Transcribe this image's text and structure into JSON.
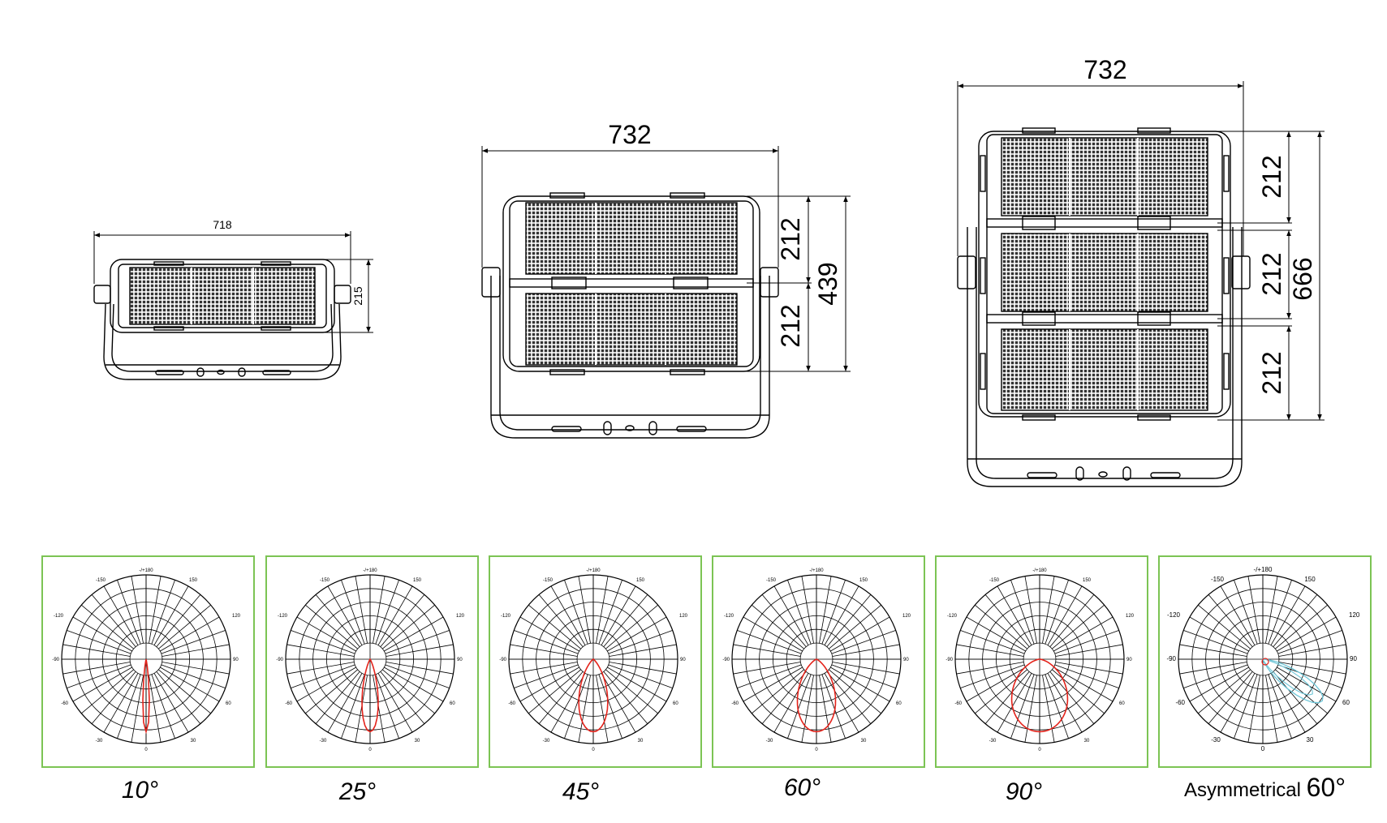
{
  "views": [
    {
      "width_label": "718",
      "height_label": "215"
    },
    {
      "width_label": "732",
      "module_labels": [
        "212",
        "212"
      ],
      "total_label": "439"
    },
    {
      "width_label": "732",
      "module_labels": [
        "212",
        "212",
        "212"
      ],
      "total_label": "666"
    }
  ],
  "polar_labels": {
    "top": "-/+180",
    "upper_left": "-150",
    "upper_right": "150",
    "left_high": "-120",
    "right_high": "120",
    "left": "-90",
    "right": "90",
    "left_low": "-60",
    "right_low": "60",
    "bottom_left": "-30",
    "bottom_right": "30",
    "bottom": "0"
  },
  "beams": [
    {
      "label": "10°",
      "angle": 10
    },
    {
      "label": "25°",
      "angle": 25
    },
    {
      "label": "45°",
      "angle": 45
    },
    {
      "label": "60°",
      "angle": 60
    },
    {
      "label": "90°",
      "angle": 90
    },
    {
      "label_text": "Asymmetrical",
      "label_deg": "60°",
      "angle": 60,
      "asymmetric": true
    }
  ],
  "colors": {
    "curve": "#e4231b",
    "asym_curve": "#6ec6d8",
    "panel_border": "#7cc454"
  }
}
